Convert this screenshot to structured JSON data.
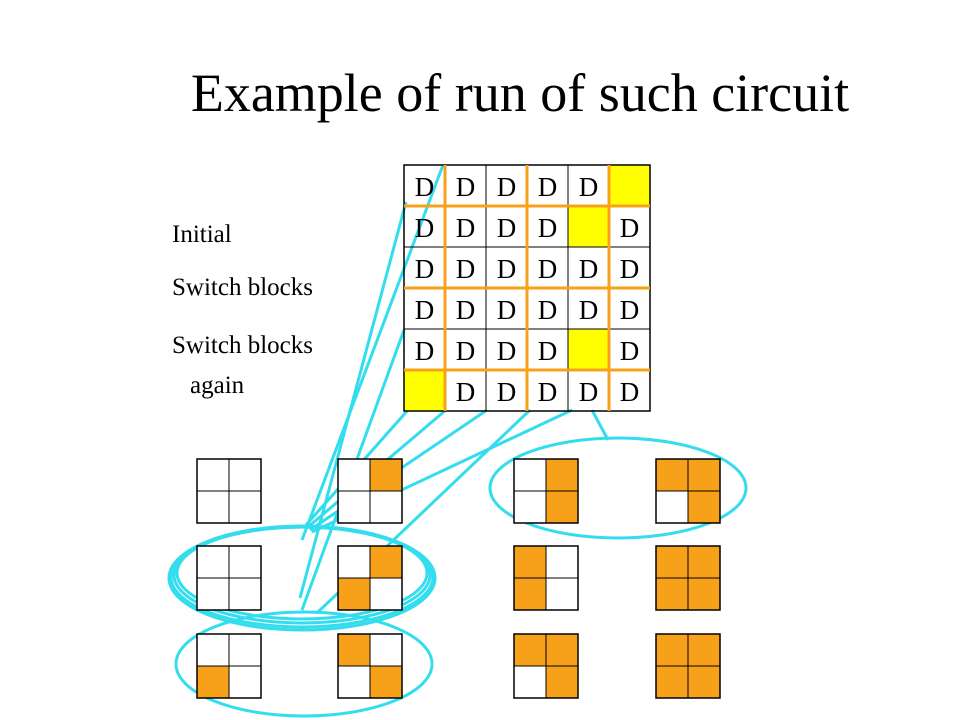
{
  "title": "Example of run of such circuit",
  "labels": {
    "initial": "Initial",
    "switch_blocks": "Switch blocks",
    "switch_blocks_again_1": "Switch blocks",
    "switch_blocks_again_2": "again"
  },
  "grid": {
    "cell_letter": "D",
    "rows": [
      [
        "D",
        "D",
        "D",
        "D",
        "D",
        "Y"
      ],
      [
        "D",
        "D",
        "D",
        "D",
        "Y",
        "D"
      ],
      [
        "D",
        "D",
        "D",
        "D",
        "D",
        "D"
      ],
      [
        "D",
        "D",
        "D",
        "D",
        "D",
        "D"
      ],
      [
        "D",
        "D",
        "D",
        "D",
        "Y",
        "D"
      ],
      [
        "Y",
        "D",
        "D",
        "D",
        "D",
        "D"
      ]
    ]
  },
  "blocks": [
    {
      "cells": [
        0,
        0,
        0,
        0
      ]
    },
    {
      "cells": [
        0,
        0,
        0,
        0
      ]
    },
    {
      "cells": [
        0,
        0,
        1,
        0
      ]
    },
    {
      "cells": [
        0,
        1,
        0,
        0
      ]
    },
    {
      "cells": [
        0,
        1,
        1,
        0
      ]
    },
    {
      "cells": [
        1,
        0,
        0,
        1
      ]
    },
    {
      "cells": [
        0,
        1,
        0,
        1
      ]
    },
    {
      "cells": [
        1,
        0,
        1,
        0
      ]
    },
    {
      "cells": [
        1,
        1,
        0,
        1
      ]
    },
    {
      "cells": [
        1,
        1,
        0,
        1
      ]
    },
    {
      "cells": [
        1,
        1,
        1,
        1
      ]
    },
    {
      "cells": [
        1,
        1,
        1,
        1
      ]
    }
  ],
  "colors": {
    "orange": "#f7a11a",
    "yellow": "#ffff00",
    "cyan": "#33ddee"
  }
}
